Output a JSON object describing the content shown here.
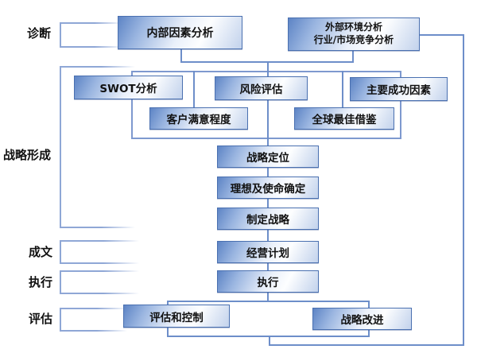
{
  "diagram": {
    "title": "strategic-planning-process-flowchart",
    "phases": [
      {
        "id": "diagnosis",
        "label": "诊断"
      },
      {
        "id": "strategy-formation",
        "label": "战略形成"
      },
      {
        "id": "documentation",
        "label": "成文"
      },
      {
        "id": "execution-phase",
        "label": "执行"
      },
      {
        "id": "evaluation-phase",
        "label": "评估"
      }
    ],
    "nodes": [
      {
        "id": "internal-analysis",
        "label": "内部因素分析"
      },
      {
        "id": "external-analysis",
        "label": "外部环境分析",
        "label2": "行业/市场竞争分析"
      },
      {
        "id": "swot-analysis",
        "label": "SWOT分析"
      },
      {
        "id": "risk-assessment",
        "label": "风险评估"
      },
      {
        "id": "key-success-factors",
        "label": "主要成功因素"
      },
      {
        "id": "customer-satisfaction",
        "label": "客户满意程度"
      },
      {
        "id": "global-best-practice",
        "label": "全球最佳借鉴"
      },
      {
        "id": "strategic-positioning",
        "label": "战略定位"
      },
      {
        "id": "vision-mission",
        "label": "理想及使命确定"
      },
      {
        "id": "formulate-strategy",
        "label": "制定战略"
      },
      {
        "id": "business-plan",
        "label": "经营计划"
      },
      {
        "id": "execute",
        "label": "执行"
      },
      {
        "id": "evaluation-control",
        "label": "评估和控制"
      },
      {
        "id": "strategy-improvement",
        "label": "战略改进"
      }
    ],
    "colors": {
      "connector": "#6d8ec9",
      "bracket": "#8fa7d6",
      "box_border": "#4a70b0",
      "box_gradient_dark": "#5d84c5",
      "box_gradient_light": "#fdfeff",
      "background": "#ffffff"
    }
  }
}
